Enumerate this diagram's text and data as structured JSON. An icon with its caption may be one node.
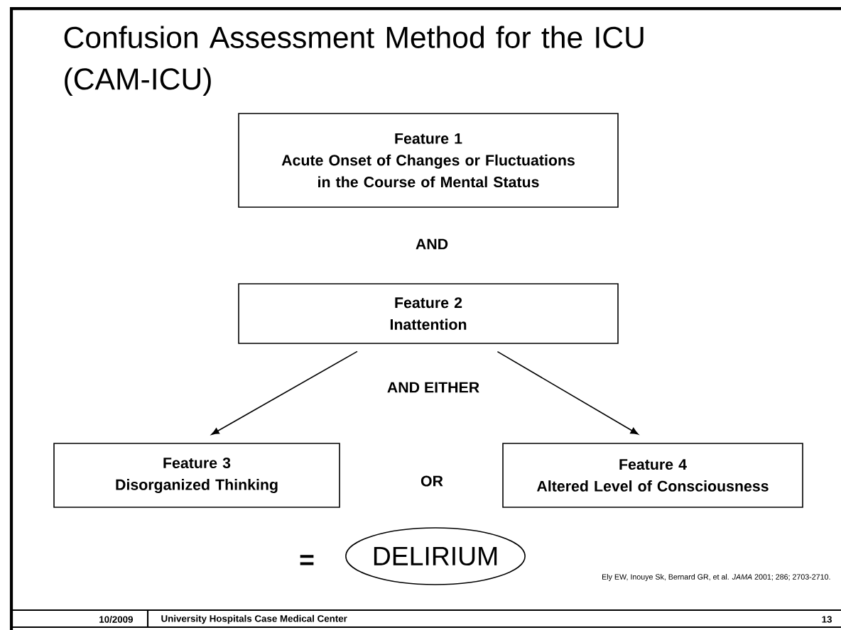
{
  "diagram": {
    "title": "Confusion Assessment Method for the ICU (CAM-ICU)",
    "nodes": [
      {
        "text": [
          "Feature 1",
          "Acute Onset of Changes or Fluctuations in the Course of Mental Status"
        ]
      },
      {
        "text": [
          "Feature 2",
          "Inattention"
        ]
      },
      {
        "text": [
          "Feature 3",
          "Disorganized Thinking"
        ]
      },
      {
        "text": [
          "Feature 4",
          "Altered Level of Consciousness"
        ]
      },
      {
        "text": [
          "DELIRIUM"
        ]
      }
    ],
    "edges": [
      {
        "from": 1,
        "to": 2,
        "arrow": "to"
      },
      {
        "from": 1,
        "to": 3,
        "arrow": "to"
      }
    ],
    "labels": [
      "AND",
      "AND EITHER",
      "OR",
      "=",
      "Ely EW, Inouye Sk, Bernard GR, et al. *JAMA* 2001; 286; 2703-2710.",
      "10/2009",
      "University Hospitals Case Medical Center",
      "13"
    ]
  }
}
